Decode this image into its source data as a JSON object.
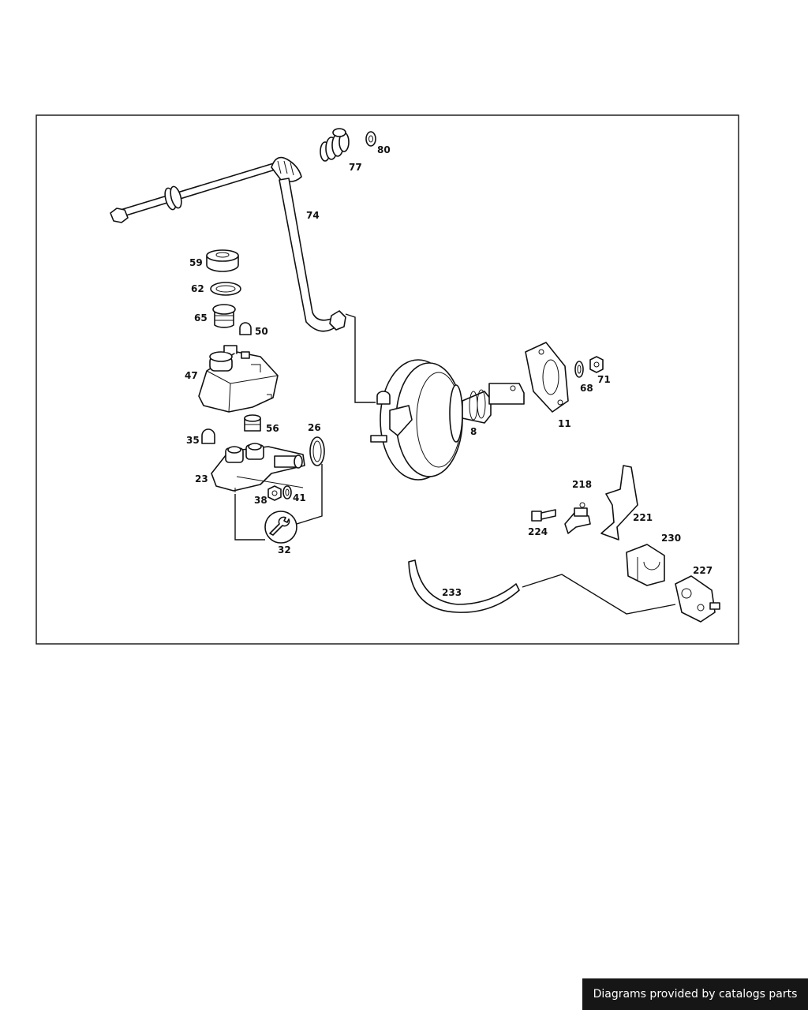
{
  "diagram": {
    "part_labels": {
      "p8": "8",
      "p11": "11",
      "p23": "23",
      "p26": "26",
      "p32": "32",
      "p35": "35",
      "p38": "38",
      "p41": "41",
      "p47": "47",
      "p50": "50",
      "p56": "56",
      "p59": "59",
      "p62": "62",
      "p65": "65",
      "p68": "68",
      "p71": "71",
      "p74": "74",
      "p77": "77",
      "p80": "80",
      "p218": "218",
      "p221": "221",
      "p224": "224",
      "p227": "227",
      "p230": "230",
      "p233": "233"
    }
  },
  "footer": {
    "credit": "Diagrams provided by catalogs parts"
  }
}
